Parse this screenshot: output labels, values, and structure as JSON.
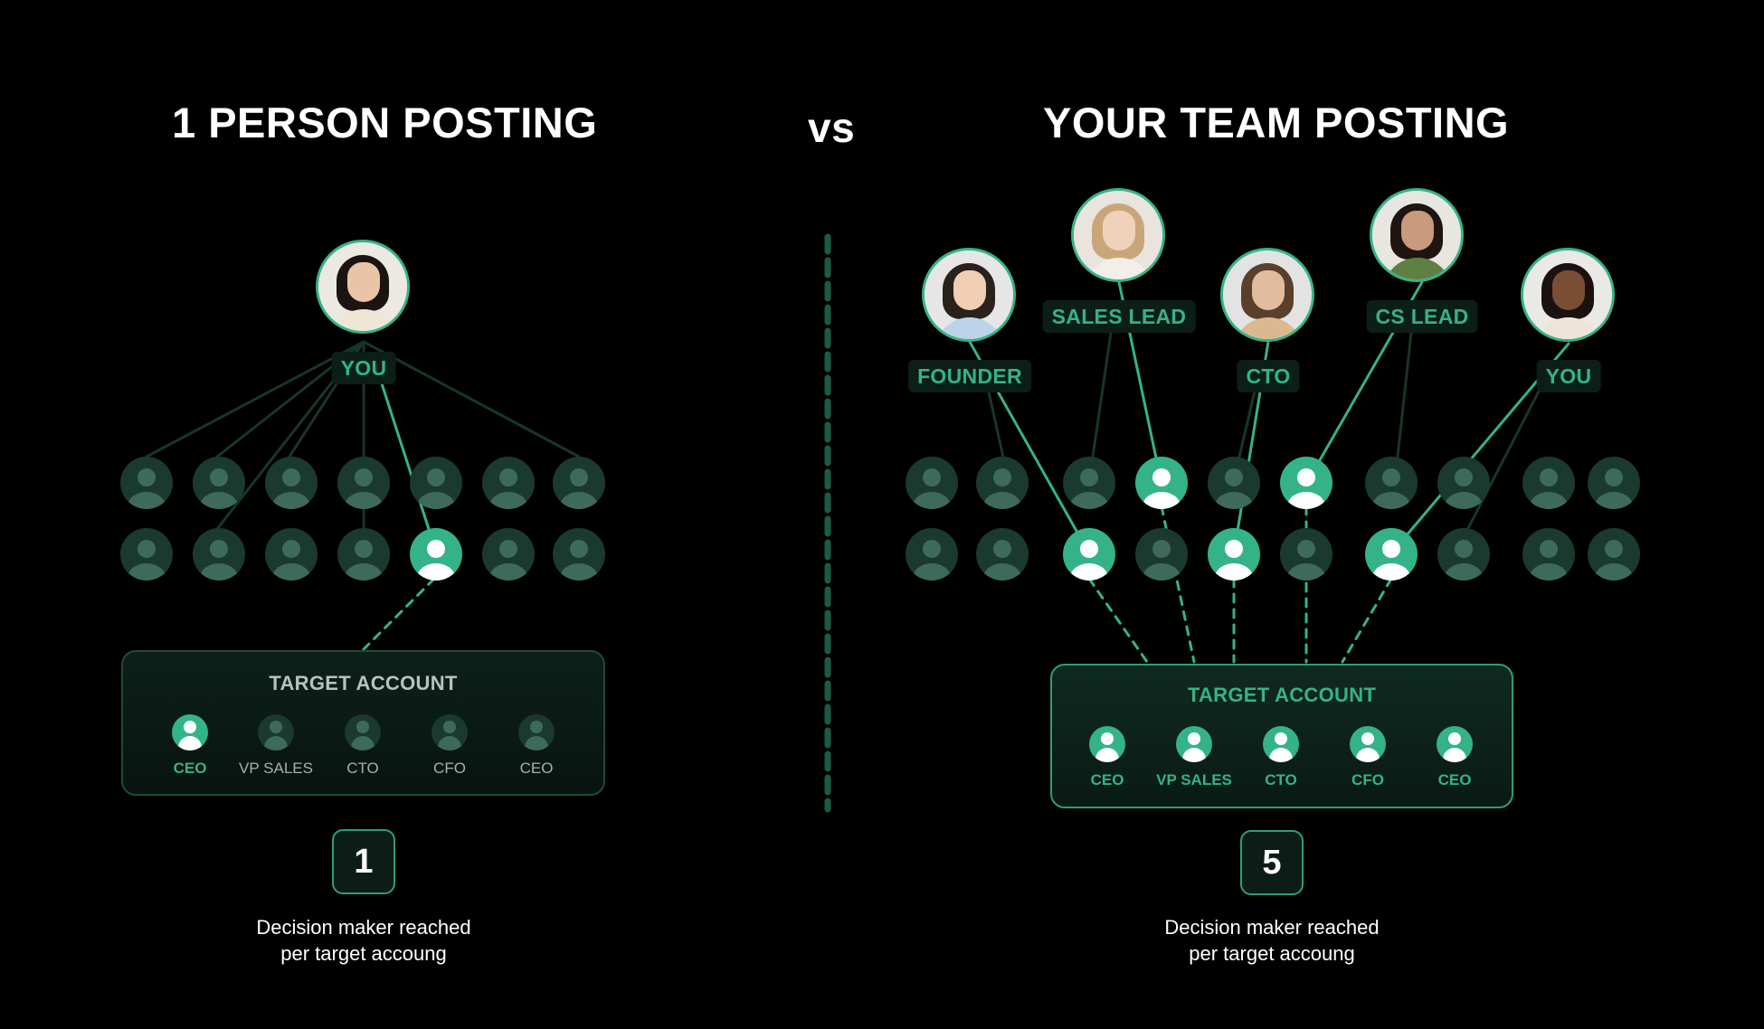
{
  "titles": {
    "left": "1 PERSON POSTING",
    "vs": "vs",
    "right": "YOUR TEAM POSTING"
  },
  "colors": {
    "accent": "#34b389",
    "node_dim": "#1a3a30",
    "node_dim_fg": "#3e6a5a",
    "background": "#000000"
  },
  "left": {
    "poster": {
      "label": "YOU",
      "avatar": "woman-smiling"
    },
    "target_box": {
      "title": "TARGET ACCOUNT",
      "members": [
        {
          "label": "CEO",
          "reached": true
        },
        {
          "label": "VP SALES",
          "reached": false
        },
        {
          "label": "CTO",
          "reached": false
        },
        {
          "label": "CFO",
          "reached": false
        },
        {
          "label": "CEO",
          "reached": false
        }
      ]
    },
    "count": "1",
    "caption_line1": "Decision maker reached",
    "caption_line2": "per target accoung"
  },
  "right": {
    "posters": [
      {
        "label": "FOUNDER",
        "avatar": "woman-blazer"
      },
      {
        "label": "SALES LEAD",
        "avatar": "woman-curly-hair"
      },
      {
        "label": "CTO",
        "avatar": "man-beard"
      },
      {
        "label": "CS LEAD",
        "avatar": "woman-green-jacket"
      },
      {
        "label": "YOU",
        "avatar": "man-smiling"
      }
    ],
    "target_box": {
      "title": "TARGET ACCOUNT",
      "members": [
        {
          "label": "CEO",
          "reached": true
        },
        {
          "label": "VP SALES",
          "reached": true
        },
        {
          "label": "CTO",
          "reached": true
        },
        {
          "label": "CFO",
          "reached": true
        },
        {
          "label": "CEO",
          "reached": true
        }
      ]
    },
    "count": "5",
    "caption_line1": "Decision maker reached",
    "caption_line2": "per target accoung"
  }
}
